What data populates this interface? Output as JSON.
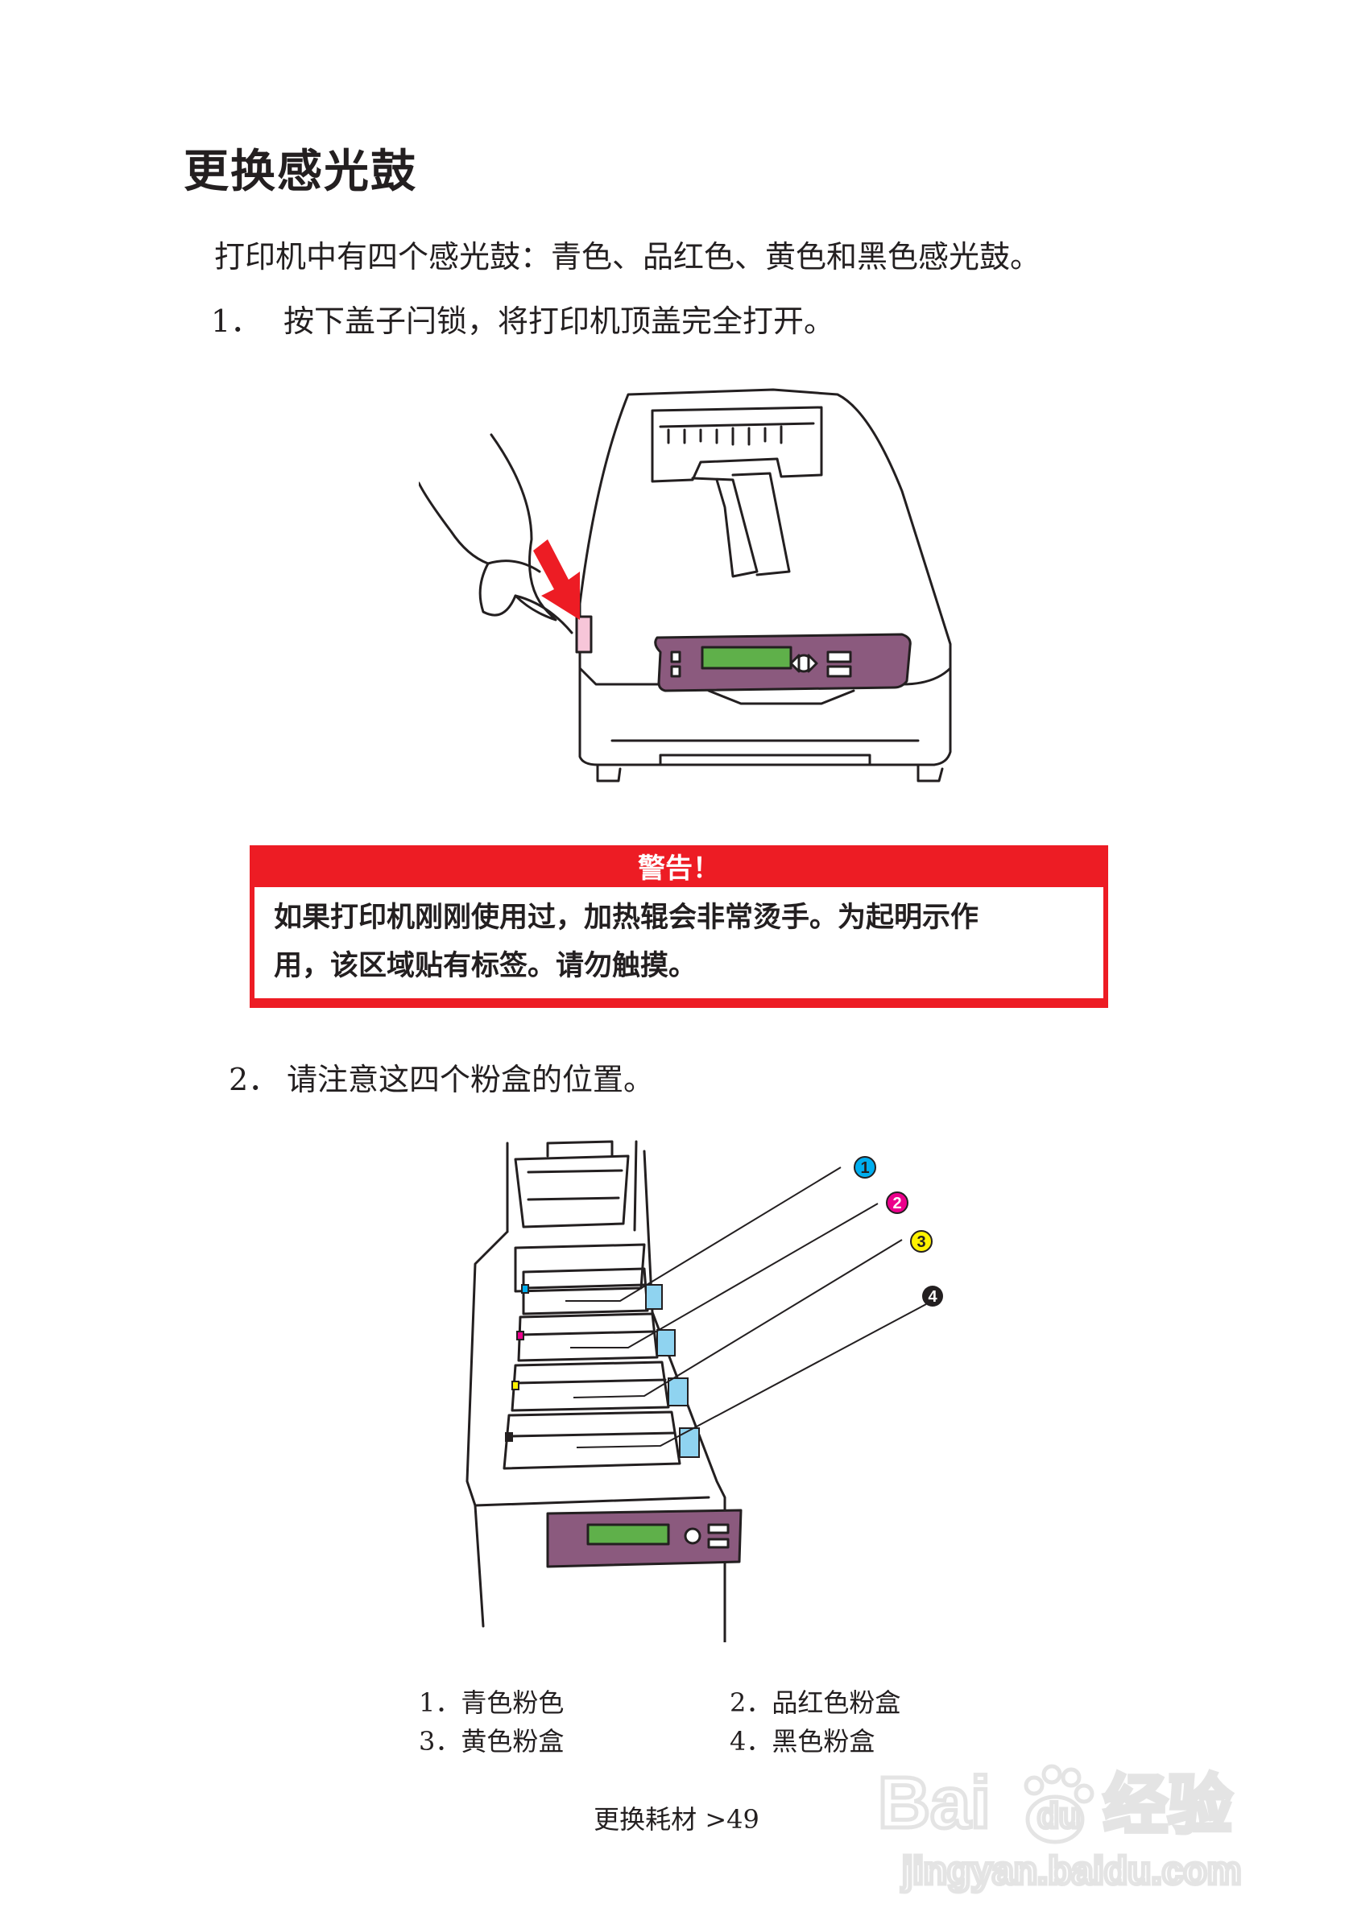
{
  "page": {
    "title": "更换感光鼓",
    "intro": "打印机中有四个感光鼓：青色、品红色、黄色和黑色感光鼓。",
    "steps": [
      {
        "num": "1．",
        "text": "按下盖子闩锁，将打印机顶盖完全打开。"
      },
      {
        "num": "2．",
        "text": "请注意这四个粉盒的位置。"
      }
    ],
    "warning": {
      "heading": "警告！",
      "line1": "如果打印机刚刚使用过，加热辊会非常烫手。为起明示作",
      "line2": "用，该区域贴有标签。请勿触摸。"
    },
    "callouts": [
      "1",
      "2",
      "3",
      "4"
    ],
    "legend": [
      {
        "num": "1．",
        "text": "青色粉色"
      },
      {
        "num": "2．",
        "text": "品红色粉盒"
      },
      {
        "num": "3．",
        "text": "黄色粉盒"
      },
      {
        "num": "4．",
        "text": "黑色粉盒"
      }
    ],
    "footer": "更换耗材 >49",
    "watermark": {
      "brand": "Bai",
      "brand2": "du",
      "service": "经验",
      "url": "jingyan.baidu.com"
    }
  },
  "colors": {
    "warning_red": "#ed1c24",
    "cyan": "#00aeef",
    "magenta": "#ec008c",
    "yellow": "#fff200",
    "black": "#231f20",
    "panel_purple": "#8b5a7e",
    "lcd_green": "#5fb04a",
    "latch_pink": "#f7c6d9"
  }
}
